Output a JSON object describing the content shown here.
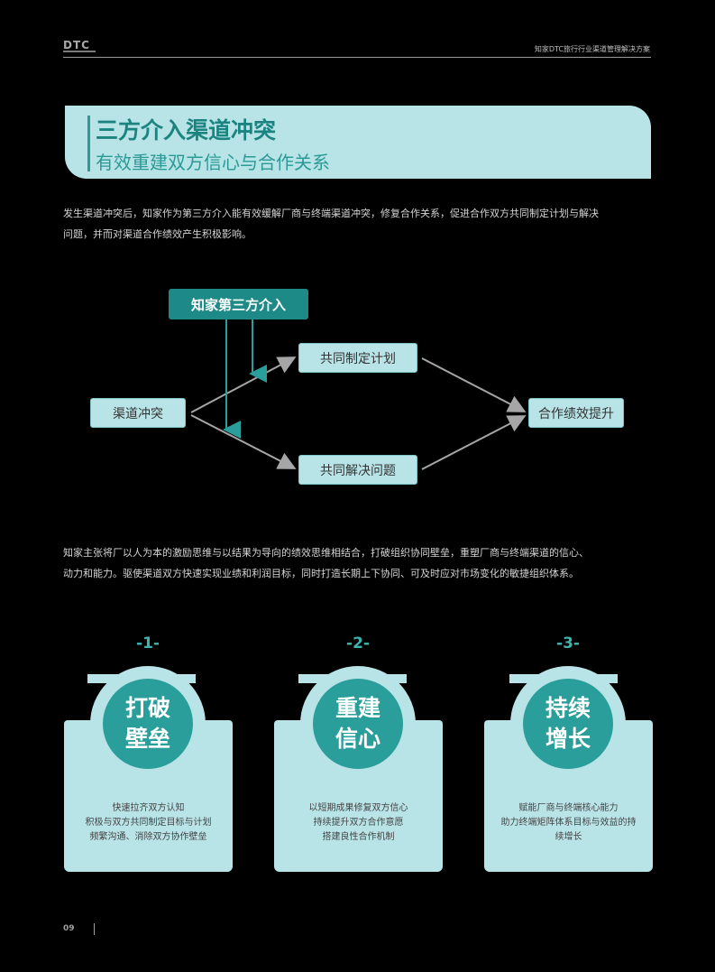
{
  "header": {
    "brand": "DTC",
    "report_title": "知家DTC旅行行业渠道管理解决方案"
  },
  "banner": {
    "title": "三方介入渠道冲突",
    "subtitle": "有效重建双方信心与合作关系"
  },
  "intro": {
    "line1": "发生渠道冲突后，知家作为第三方介入能有效缓解厂商与终端渠道冲突，修复合作关系，促进合作双方共同制定计划与解决",
    "line2": "问题，并而对渠道合作绩效产生积极影响。"
  },
  "diagram": {
    "intervention": "知家第三方介入",
    "conflict": "渠道冲突",
    "plan": "共同制定计划",
    "solve": "共同解决问题",
    "result": "合作绩效提升"
  },
  "body": {
    "line1": "知家主张将厂以人为本的激励思维与以结果为导向的绩效思维相结合，打破组织协同壁垒，重塑厂商与终端渠道的信心、",
    "line2": "动力和能力。驱使渠道双方快速实现业绩和利润目标，同时打造长期上下协同、可及时应对市场变化的敏捷组织体系。"
  },
  "cards": [
    {
      "number": "-1-",
      "title_line1": "打破",
      "title_line2": "壁垒",
      "lines": [
        "快速拉齐双方认知",
        "积极与双方共同制定目标与计划",
        "频繁沟通、消除双方协作壁垒"
      ]
    },
    {
      "number": "-2-",
      "title_line1": "重建",
      "title_line2": "信心",
      "lines": [
        "以短期成果修复双方信心",
        "持续提升双方合作意愿",
        "搭建良性合作机制"
      ]
    },
    {
      "number": "-3-",
      "title_line1": "持续",
      "title_line2": "增长",
      "lines": [
        "赋能厂商与终端核心能力",
        "助力终端矩阵体系目标与效益的持",
        "续增长"
      ]
    }
  ],
  "footer": {
    "page_number": "09"
  },
  "colors": {
    "accent_dark": "#1e8a88",
    "accent_light": "#b9e4e7",
    "background": "#000000"
  }
}
